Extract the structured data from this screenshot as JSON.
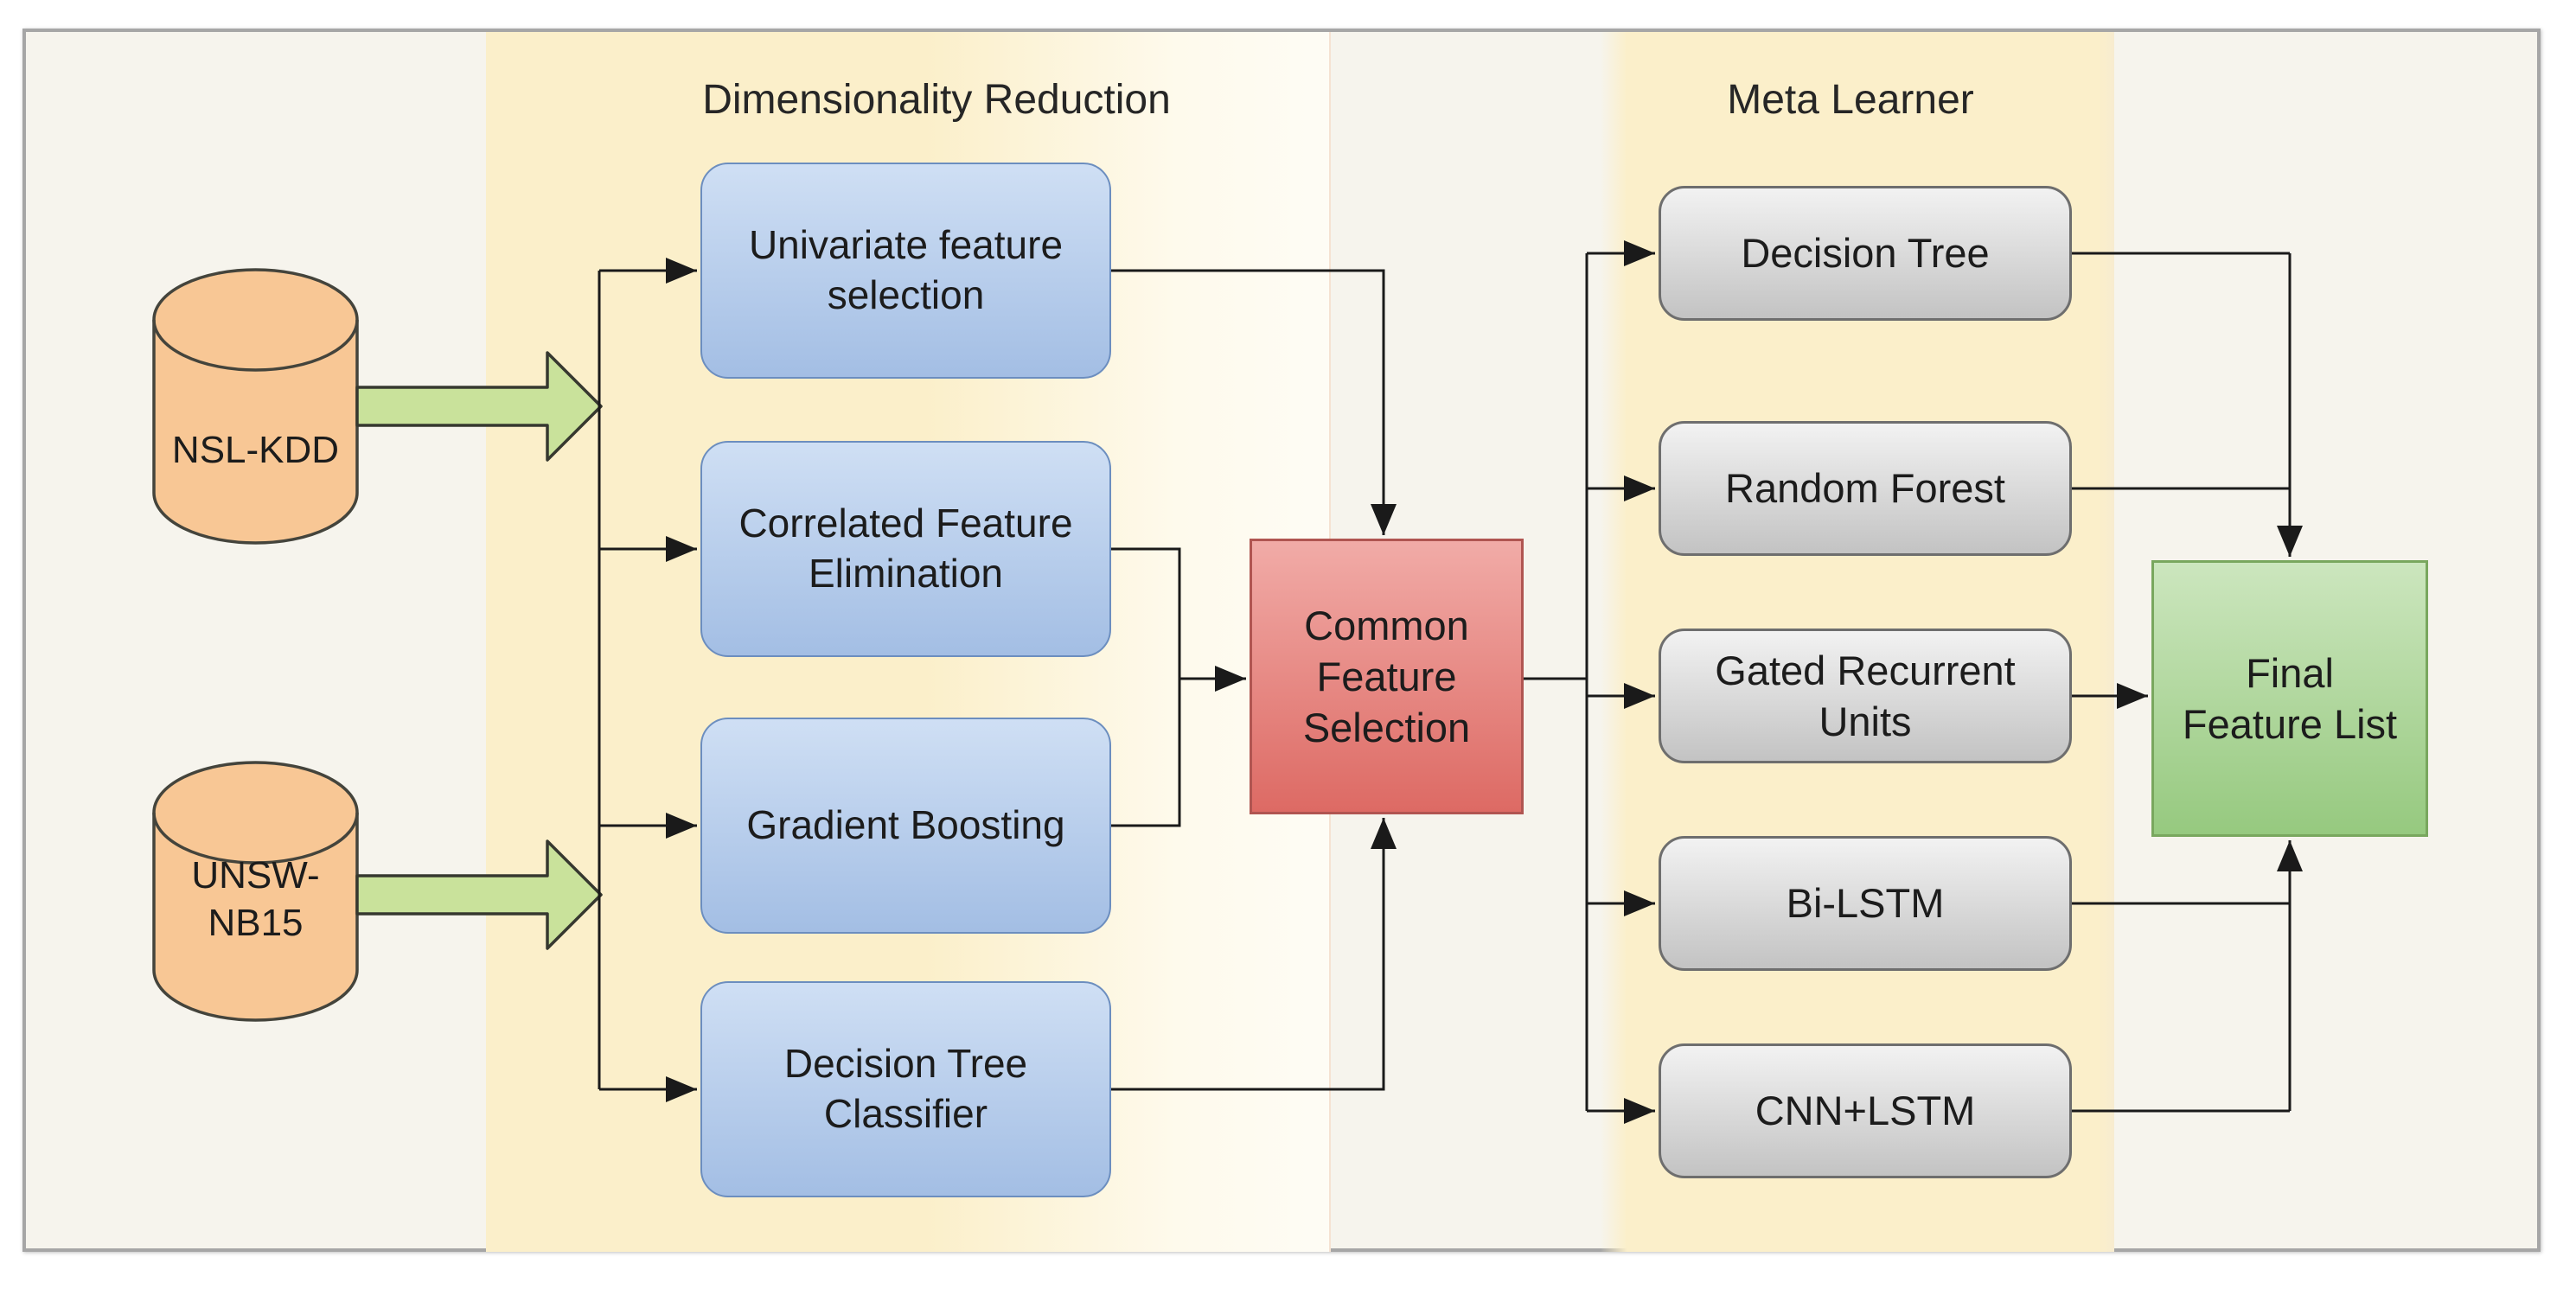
{
  "datasets": [
    {
      "label": "NSL-KDD"
    },
    {
      "label": "UNSW-\nNB15"
    }
  ],
  "sections": {
    "dimensionality_reduction": {
      "title": "Dimensionality Reduction",
      "boxes": [
        {
          "label": "Univariate feature\nselection"
        },
        {
          "label": "Correlated Feature\nElimination"
        },
        {
          "label": "Gradient Boosting"
        },
        {
          "label": "Decision Tree\nClassifier"
        }
      ]
    },
    "meta_learner": {
      "title": "Meta Learner",
      "boxes": [
        {
          "label": "Decision Tree"
        },
        {
          "label": "Random Forest"
        },
        {
          "label": "Gated Recurrent\nUnits"
        },
        {
          "label": "Bi-LSTM"
        },
        {
          "label": "CNN+LSTM"
        }
      ]
    }
  },
  "nodes": {
    "common_feature_selection": {
      "label": "Common\nFeature\nSelection"
    },
    "final_feature_list": {
      "label": "Final\nFeature List"
    }
  },
  "colors": {
    "page_background": "#F6F4ED",
    "frame_border": "#A6A6A6",
    "section_band": "#FBEFCA",
    "dataset_cylinder_fill": "#F8C795",
    "flow_arrow_fill": "#C9E29B",
    "reduction_box_top": "#CFDFF4",
    "reduction_box_bottom": "#A3BEE4",
    "reduction_box_border": "#6C8EBF",
    "common_box_top": "#F1ABA7",
    "common_box_bottom": "#DD6A64",
    "common_box_border": "#B05551",
    "meta_box_top": "#F2F2F2",
    "meta_box_bottom": "#C3C3C3",
    "meta_box_border": "#6E6E6E",
    "final_box_top": "#CCE6BE",
    "final_box_bottom": "#96C97F",
    "final_box_border": "#79A75E",
    "connector": "#1A1A1A"
  }
}
